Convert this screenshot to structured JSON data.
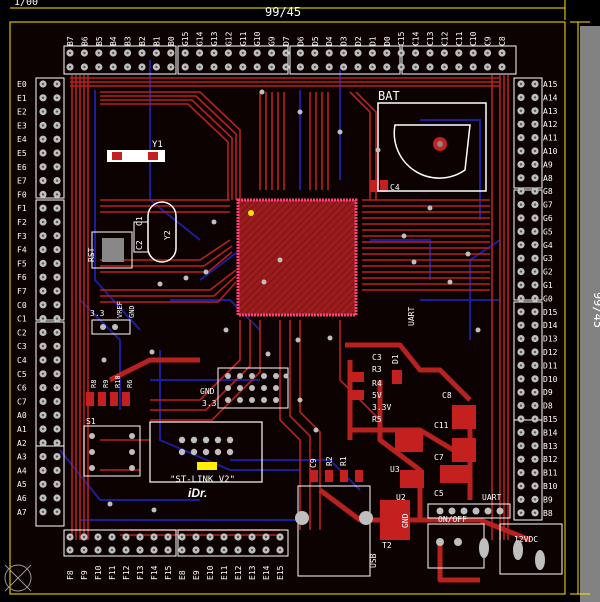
{
  "dimensions": {
    "top_left": "1/00",
    "top_width": "99/45",
    "right_height": "99/45"
  },
  "pin_labels": {
    "top": [
      "B7",
      "B6",
      "B5",
      "B4",
      "B3",
      "B2",
      "B1",
      "B0",
      "G15",
      "G14",
      "G13",
      "G12",
      "G11",
      "G10",
      "G9",
      "D7",
      "D6",
      "D5",
      "D4",
      "D3",
      "D2",
      "D1",
      "D0",
      "C15",
      "C14",
      "C13",
      "C12",
      "C11",
      "C10",
      "C9",
      "C8"
    ],
    "left": [
      "E0",
      "E1",
      "E2",
      "E3",
      "E4",
      "E5",
      "E6",
      "E7",
      "F0",
      "F1",
      "F2",
      "F3",
      "F4",
      "F5",
      "F6",
      "F7",
      "C0",
      "C1",
      "C2",
      "C3",
      "C4",
      "C5",
      "C6",
      "C7",
      "A0",
      "A1",
      "A2",
      "A3",
      "A4",
      "A5",
      "A6",
      "A7"
    ],
    "right": [
      "A15",
      "A14",
      "A13",
      "A12",
      "A11",
      "A10",
      "A9",
      "A8",
      "G8",
      "G7",
      "G6",
      "G5",
      "G4",
      "G3",
      "G2",
      "G1",
      "G0",
      "D15",
      "D14",
      "D13",
      "D12",
      "D11",
      "D10",
      "D9",
      "D8",
      "B15",
      "B14",
      "B13",
      "B12",
      "B11",
      "B10",
      "B9",
      "B8"
    ],
    "bottom": [
      "F8",
      "F9",
      "F10",
      "F11",
      "F12",
      "F13",
      "F14",
      "F15",
      "E8",
      "E9",
      "E10",
      "E11",
      "E12",
      "E13",
      "E14",
      "E15"
    ]
  },
  "components": {
    "bat": "BAT",
    "y1": "Y1",
    "y2": "Y2",
    "c1": "C1",
    "c2": "C2",
    "rst": "RST",
    "c4": "C4",
    "c3": "C3",
    "r3": "R3",
    "r4": "R4",
    "r5": "R5",
    "d1": "D1",
    "v5": "5V",
    "v33a": "3.3V",
    "c8": "C8",
    "c11": "C11",
    "c7": "C7",
    "c5": "C5",
    "u3": "U3",
    "u2": "U2",
    "t2": "T2",
    "c9": "C9",
    "r2": "R2",
    "r1": "R1",
    "s1": "S1",
    "r8": "R8",
    "r9": "R9",
    "r10": "R10",
    "r6": "R6",
    "v33": "3.3",
    "vref": "VREF",
    "gnd": "GND",
    "gnd2": "GND",
    "v33c": "3.3",
    "uart": "UART",
    "uart2": "UART",
    "onoff": "ON/OFF",
    "dc": "12VDC",
    "usb": "USB",
    "gnd3": "GND"
  },
  "silkscreen": {
    "stlink": "\"ST-LINK V2\"",
    "logo": "iDr."
  },
  "colors": {
    "board": "#0c0202",
    "trace_top": "#b8221e",
    "trace_bottom": "#1d1d9c",
    "pad": "#bfbfbf",
    "silk": "#ffffff",
    "logo": "#ffee00"
  }
}
